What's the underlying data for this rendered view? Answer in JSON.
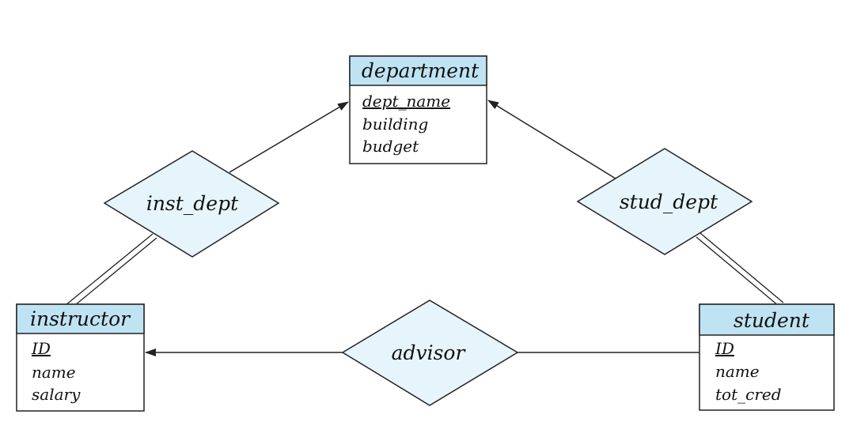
{
  "colors": {
    "header_fill": "#bfe3f3",
    "relationship_fill": "#e6f4fb",
    "stroke": "#222222",
    "background": "#ffffff"
  },
  "entities": {
    "department": {
      "title": "department",
      "attributes": [
        {
          "label": "dept_name",
          "primary_key": true
        },
        {
          "label": "building",
          "primary_key": false
        },
        {
          "label": "budget",
          "primary_key": false
        }
      ]
    },
    "instructor": {
      "title": "instructor",
      "attributes": [
        {
          "label": "ID",
          "primary_key": true
        },
        {
          "label": "name",
          "primary_key": false
        },
        {
          "label": "salary",
          "primary_key": false
        }
      ]
    },
    "student": {
      "title": "student",
      "attributes": [
        {
          "label": "ID",
          "primary_key": true
        },
        {
          "label": "name",
          "primary_key": false
        },
        {
          "label": "tot_cred",
          "primary_key": false
        }
      ]
    }
  },
  "relationships": {
    "inst_dept": {
      "label": "inst_dept"
    },
    "stud_dept": {
      "label": "stud_dept"
    },
    "advisor": {
      "label": "advisor"
    }
  },
  "connections": [
    {
      "from": "inst_dept",
      "to": "department",
      "line": "single",
      "arrow": true
    },
    {
      "from": "inst_dept",
      "to": "instructor",
      "line": "double",
      "arrow": false
    },
    {
      "from": "stud_dept",
      "to": "department",
      "line": "single",
      "arrow": true
    },
    {
      "from": "stud_dept",
      "to": "student",
      "line": "double",
      "arrow": false
    },
    {
      "from": "advisor",
      "to": "instructor",
      "line": "single",
      "arrow": true
    },
    {
      "from": "advisor",
      "to": "student",
      "line": "single",
      "arrow": false
    }
  ]
}
